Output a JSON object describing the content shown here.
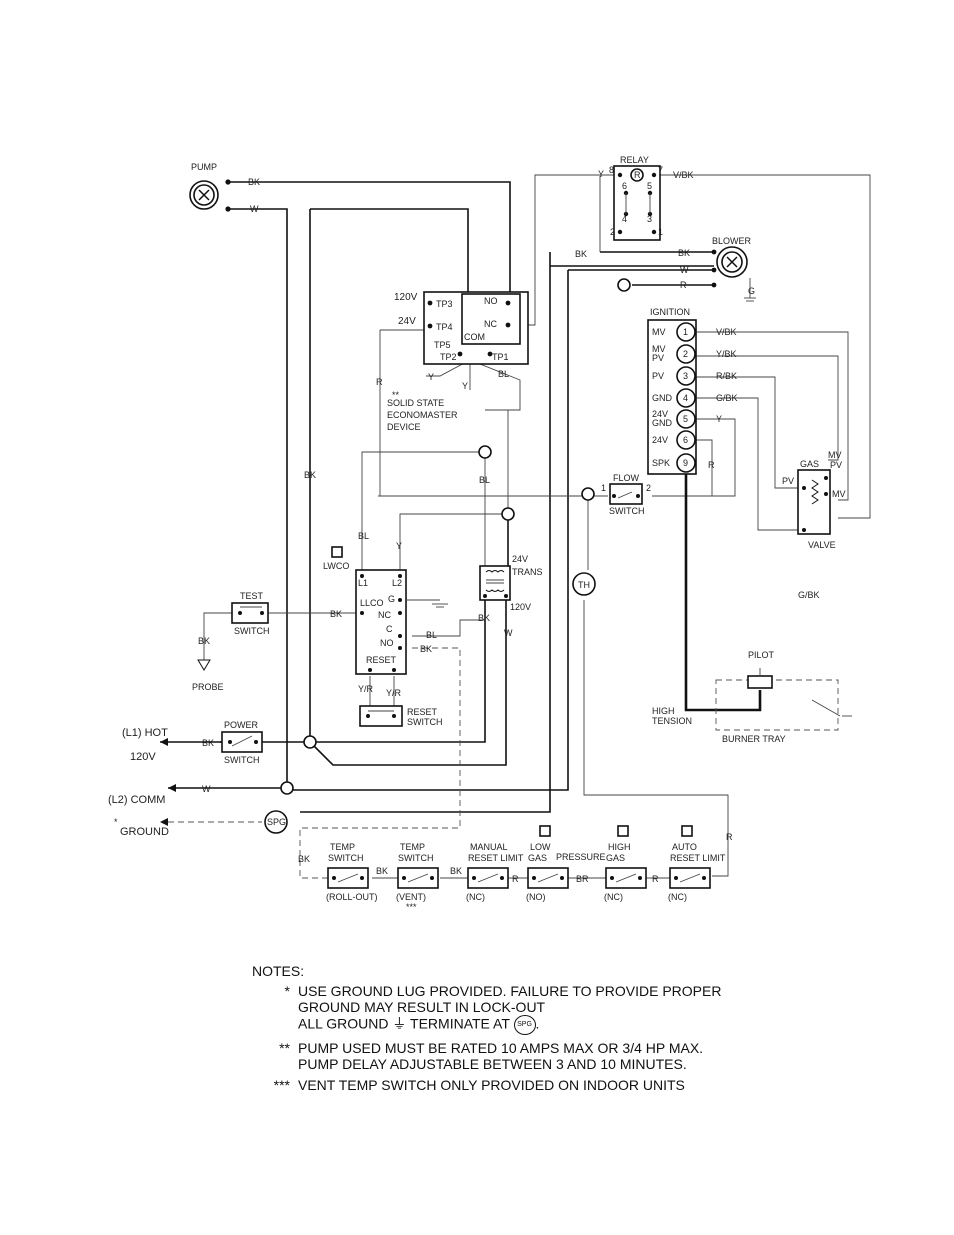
{
  "labels": {
    "pump": "PUMP",
    "relay": "RELAY",
    "blower": "BLOWER",
    "ignition": "IGNITION",
    "gas": "GAS",
    "valve": "VALVE",
    "flow": "FLOW",
    "switch": "SWITCH",
    "trans_24v": "24V",
    "trans": "TRANS",
    "trans_120v": "120V",
    "th": "TH",
    "lwco_box": "LWCO",
    "test": "TEST",
    "probe": "PROBE",
    "reset_switch_1": "RESET",
    "reset_switch_2": "SWITCH",
    "power": "POWER",
    "l1_hot": "(L1) HOT",
    "v120": "120V",
    "l2_comm": "(L2) COMM",
    "ground_star": "*",
    "ground": "GROUND",
    "spg": "SPG",
    "pilot": "PILOT",
    "high": "HIGH",
    "tension": "TENSION",
    "burner_tray": "BURNER TRAY",
    "gbk_orphan": "G/BK",
    "solid_1": "SOLID STATE",
    "solid_2": "ECONOMASTER",
    "solid_3": "DEVICE",
    "solid_star": "**",
    "pressure": "PRESSURE"
  },
  "econ": {
    "tp3": "TP3",
    "tp4": "TP4",
    "tp5": "TP5",
    "tp2": "TP2",
    "tp1": "TP1",
    "no": "NO",
    "nc": "NC",
    "com": "COM",
    "v120": "120V",
    "v24": "24V"
  },
  "lwco_terms": {
    "l1": "L1",
    "l2": "L2",
    "g": "G",
    "lwco": "LLCO",
    "nc": "NC",
    "c": "C",
    "no": "NO",
    "reset": "RESET"
  },
  "relay_pins": [
    "8",
    "7",
    "6",
    "5",
    "4",
    "3",
    "2",
    "1"
  ],
  "ignition_rows": [
    {
      "label": "MV",
      "num": "1",
      "wire": "V/BK"
    },
    {
      "label": "MV PV",
      "num": "2",
      "wire": "Y/BK"
    },
    {
      "label": "PV",
      "num": "3",
      "wire": "R/BK"
    },
    {
      "label": "GND",
      "num": "4",
      "wire": "G/BK"
    },
    {
      "label": "24V GND",
      "num": "5",
      "wire": "Y"
    },
    {
      "label": "24V",
      "num": "6",
      "wire": ""
    },
    {
      "label": "SPK",
      "num": "9",
      "wire": ""
    }
  ],
  "gas_valve_terms": {
    "mvpv_1": "MV",
    "mvpv_2": "PV",
    "pv": "PV",
    "mv": "MV"
  },
  "flow_terms": {
    "t1": "1",
    "t2": "2"
  },
  "wire_codes": {
    "bk": "BK",
    "w": "W",
    "y": "Y",
    "r": "R",
    "bl": "BL",
    "g": "G",
    "br": "BR",
    "vbk": "V/BK",
    "yr": "Y/R"
  },
  "limit_switches": [
    {
      "title1": "TEMP",
      "title2": "SWITCH",
      "sub": "(ROLL-OUT)"
    },
    {
      "title1": "TEMP",
      "title2": "SWITCH",
      "sub": "(VENT)",
      "sub2": "***"
    },
    {
      "title1": "MANUAL",
      "title2": "RESET LIMIT",
      "sub": "(NC)"
    },
    {
      "title1": "LOW",
      "title2": "GAS",
      "sub": "(NO)"
    },
    {
      "title1": "HIGH",
      "title2": "GAS",
      "sub": "(NC)"
    },
    {
      "title1": "AUTO",
      "title2": "RESET LIMIT",
      "sub": "(NC)"
    }
  ],
  "notes": {
    "heading": "NOTES:",
    "n1_mark": "*",
    "n1_line1": "USE GROUND LUG PROVIDED. FAILURE TO PROVIDE PROPER",
    "n1_line2": "GROUND MAY RESULT IN LOCK-OUT",
    "n1_line3a": "ALL GROUND",
    "n1_line3b": "TERMINATE AT",
    "n1_line3c": ".",
    "n2_mark": "**",
    "n2_line1": "PUMP USED MUST BE RATED 10 AMPS MAX OR 3/4 HP MAX.",
    "n2_line2": "PUMP DELAY ADJUSTABLE BETWEEN 3 AND 10 MINUTES.",
    "n3_mark": "***",
    "n3_line1": "VENT TEMP SWITCH ONLY PROVIDED ON INDOOR UNITS"
  }
}
